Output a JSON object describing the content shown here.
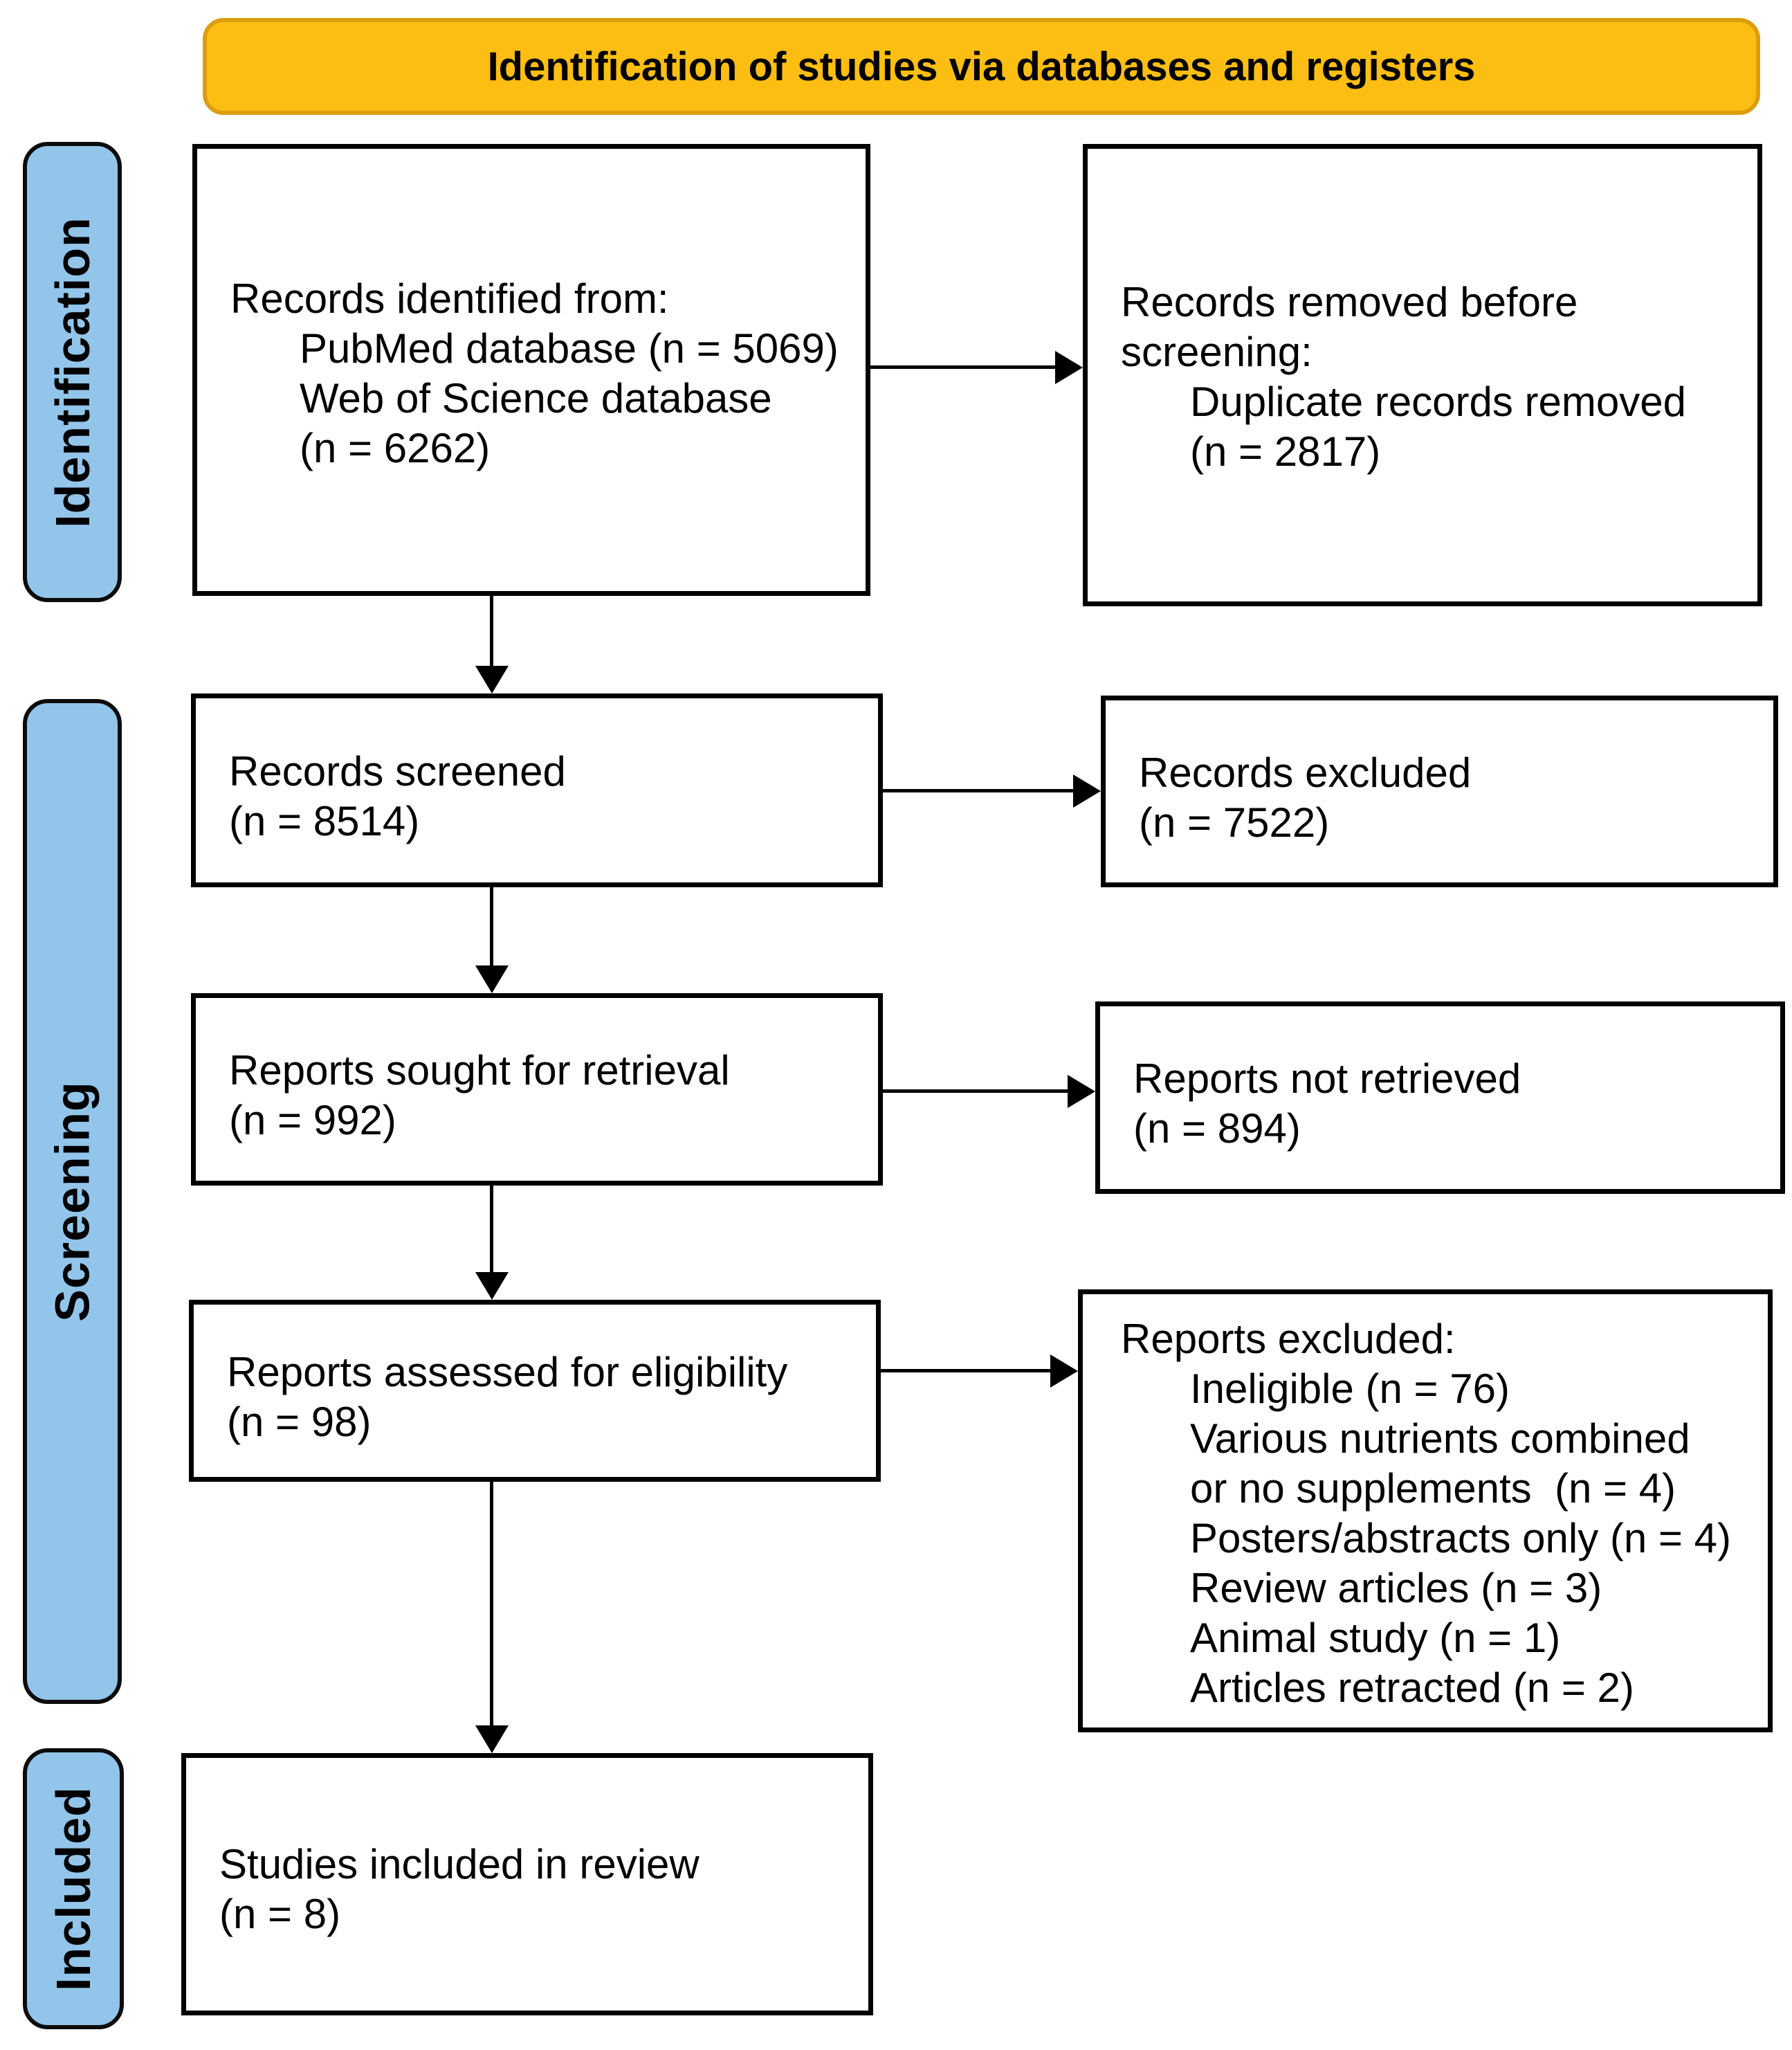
{
  "banner": {
    "title": "Identification of studies via databases and registers"
  },
  "stages": [
    {
      "id": "identification",
      "label": "Identification"
    },
    {
      "id": "screening",
      "label": "Screening"
    },
    {
      "id": "included",
      "label": "Included"
    }
  ],
  "colors": {
    "banner_fill": "#FCBE12",
    "banner_border": "#DA9E0F",
    "stage_fill": "#92C5E9",
    "box_fill": "#FFFFFF",
    "line_color": "#000000"
  },
  "boxes": {
    "records_identified": {
      "lines": [
        "Records identified from:",
        "PubMed database (n = 5069)",
        "Web of Science database",
        "(n = 6262)"
      ]
    },
    "records_removed": {
      "lines": [
        "Records removed before",
        "screening:",
        "Duplicate records removed",
        "(n = 2817)"
      ]
    },
    "records_screened": {
      "lines": [
        "Records screened",
        "(n = 8514)"
      ]
    },
    "records_excluded": {
      "lines": [
        "Records excluded",
        "(n = 7522)"
      ]
    },
    "reports_sought": {
      "lines": [
        "Reports sought for retrieval",
        "(n = 992)"
      ]
    },
    "reports_not_retrieved": {
      "lines": [
        "Reports not retrieved",
        "(n = 894)"
      ]
    },
    "reports_assessed": {
      "lines": [
        "Reports assessed for eligibility",
        "(n = 98)"
      ]
    },
    "reports_excluded": {
      "lines": [
        "Reports excluded:",
        "Ineligible (n = 76)",
        "Various nutrients combined",
        "or no supplements  (n = 4)",
        "Posters/abstracts only (n = 4)",
        "Review articles (n = 3)",
        "Animal study (n = 1)",
        "Articles retracted (n = 2)"
      ]
    },
    "studies_included": {
      "lines": [
        "Studies included in review",
        "(n = 8)"
      ]
    }
  }
}
